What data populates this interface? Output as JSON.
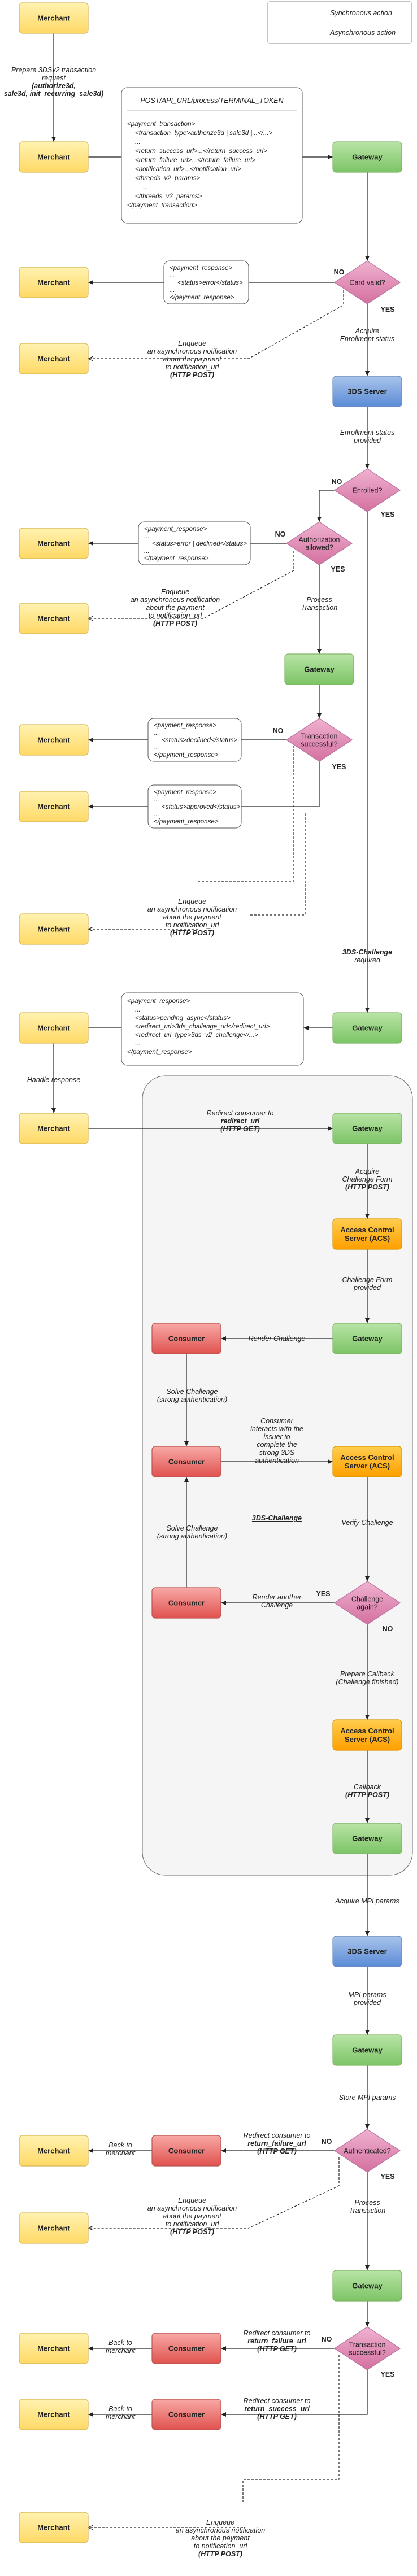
{
  "legend": {
    "sync_label": "Synchronous action",
    "async_label": "Asynchronous action"
  },
  "colors": {
    "merchant_fill": "#ffe48a",
    "merchant_stroke": "#d6b656",
    "gateway_fill": "#90d07a",
    "gateway_stroke": "#82b366",
    "server_fill": "#7ea6e0",
    "server_stroke": "#6c8ebf",
    "acs_fill": "#ffb31a",
    "acs_stroke": "#d79b00",
    "consumer_fill": "#ea6b66",
    "consumer_stroke": "#b85450",
    "decision_fill": "#e58fb8",
    "decision_stroke": "#b5739d",
    "group_fill": "#f5f5f5",
    "group_stroke": "#666666"
  },
  "labels": {
    "merchant": "Merchant",
    "gateway": "Gateway",
    "consumer": "Consumer",
    "server_3ds": "3DS Server",
    "acs_l1": "Access Control",
    "acs_l2": "Server (ACS)",
    "yes": "YES",
    "no": "NO"
  },
  "steps": {
    "prepare": [
      "Prepare 3DSv2 transaction",
      "request",
      "(authorize3d,",
      "sale3d, init_recurring_sale3d)"
    ],
    "endpoint": "POST/API_URL/process/TERMINAL_TOKEN",
    "request_xml": [
      "<payment_transaction>",
      "<transaction_type>authorize3d | sale3d |...</...>",
      "...",
      "<return_success_url>...</return_success_url>",
      "<return_failure_url>...</return_failure_url>",
      "<notification_url>...</notification_url>",
      "<threeds_v2_params>",
      "...",
      "</threeds_v2_params>",
      "</payment_transaction>"
    ],
    "card_valid": [
      "Card valid?"
    ],
    "error_resp": [
      "<payment_response>",
      "...",
      "<status>error</status>",
      "...",
      "</payment_response>"
    ],
    "enqueue": [
      "Enqueue",
      "an asynchronous notification",
      "about the payment",
      "to notification_url",
      "(HTTP POST)"
    ],
    "acquire_enrollment": [
      "Acquire",
      "Enrollment status"
    ],
    "enrollment_provided": [
      "Enrollment status",
      "provided"
    ],
    "enrolled": [
      "Enrolled?"
    ],
    "auth_allowed": [
      "Authorization",
      "allowed?"
    ],
    "error_declined_resp": [
      "<payment_response>",
      "...",
      "<status>error | declined</status>",
      "...",
      "</payment_response>"
    ],
    "process_tx": [
      "Process",
      "Transaction"
    ],
    "tx_successful": [
      "Transaction",
      "successful?"
    ],
    "declined_resp": [
      "<payment_response>",
      "...",
      "<status>declined</status>",
      "...",
      "</payment_response>"
    ],
    "approved_resp": [
      "<payment_response>",
      "...",
      "<status>approved</status>",
      "...",
      "</payment_response>"
    ],
    "challenge_required": [
      "3DS-Challenge",
      "required"
    ],
    "pending_resp": [
      "<payment_response>",
      "...",
      "<status>pending_async</status>",
      "<redirect_url>3ds_challenge_url</redirect_url>",
      "<redirect_url_type>3ds_v2_challenge</...>",
      "...",
      "</payment_response>"
    ],
    "handle_response": "Handle response",
    "redirect_consumer": [
      "Redirect consumer to",
      "redirect_url",
      "(HTTP GET)"
    ],
    "acquire_challenge": [
      "Acquire",
      "Challenge Form",
      "(HTTP POST)"
    ],
    "challenge_provided": [
      "Challenge Form",
      "provided"
    ],
    "render_challenge": "Render Challenge",
    "solve_challenge": [
      "Solve Challenge",
      "(strong authentication)"
    ],
    "consumer_interacts": [
      "Consumer",
      "interacts with the",
      "issuer to",
      "complete the",
      "strong 3DS",
      "authentication"
    ],
    "group_label": "3DS-Challenge",
    "verify_challenge": "Verify Challenge",
    "render_another": [
      "Render another",
      "Challenge"
    ],
    "challenge_again": [
      "Challenge",
      "again?"
    ],
    "prepare_callback": [
      "Prepare Callback",
      "(Challenge finished)"
    ],
    "callback": [
      "Callback",
      "(HTTP POST)"
    ],
    "acquire_mpi": "Acquire MPI params",
    "mpi_provided": [
      "MPI params",
      "provided"
    ],
    "store_mpi": "Store MPI params",
    "authenticated": [
      "Authenticated?"
    ],
    "back_to_merchant": [
      "Back to",
      "merchant"
    ],
    "redirect_failure": [
      "Redirect consumer to",
      "return_failure_url",
      "(HTTP GET)"
    ],
    "redirect_success": [
      "Redirect consumer to",
      "return_success_url",
      "(HTTP GET)"
    ]
  }
}
